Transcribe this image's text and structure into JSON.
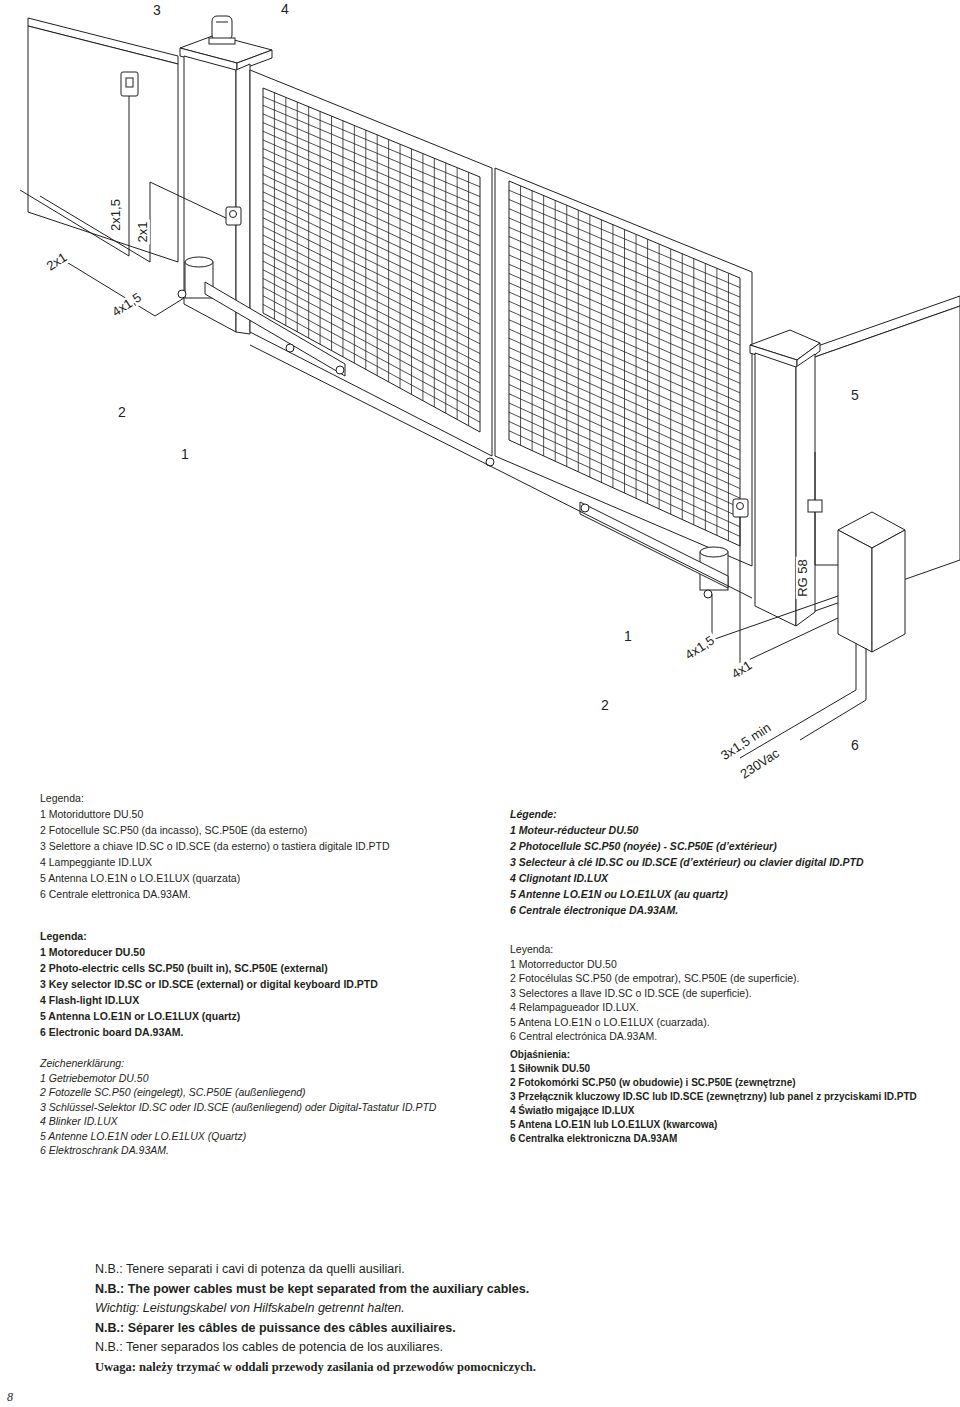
{
  "diagram": {
    "labels": [
      "3",
      "4",
      "2x1",
      "2x1,5",
      "2x1",
      "4x1,5",
      "2",
      "1",
      "5",
      "RG 58",
      "1",
      "4x1,5",
      "4x1",
      "2",
      "6",
      "3x1,5 min",
      "230Vac",
      "Legenda:",
      "1 Motoriduttore DU.50",
      "2 Fotocellule SC.P50 (da incasso), SC.P50E (da esterno)",
      "3 Selettore a chiave ID.SC o ID.SCE (da esterno) o tastiera digitale ID.PTD",
      "4 Lampeggiante ID.LUX",
      "5 Antenna LO.E1N o LO.E1LUX (quarzata)",
      "6 Centrale elettronica DA.93AM.",
      "Legenda:",
      "1 Motoreducer DU.50",
      "2 Photo-electric cells SC.P50 (built in), SC.P50E (external)",
      "3 Key selector ID.SC or ID.SCE (external) or digital keyboard ID.PTD",
      "4 Flash-light ID.LUX",
      "5 Antenna LO.E1N or LO.E1LUX (quartz)",
      "6 Electronic board DA.93AM.",
      "Zeichenerklärung:",
      "1 Getriebemotor DU.50",
      "2 Fotozelle SC.P50 (eingelegt), SC.P50E (außenliegend)",
      "3 Schlüssel-Selektor ID.SC oder ID.SCE (außenliegend) oder Digital-Tastatur ID.PTD",
      "4 Blinker ID.LUX",
      "5 Antenne LO.E1N oder LO.E1LUX (Quartz)",
      "6 Elektroschrank DA.93AM.",
      "Légende:",
      "1 Moteur-réducteur DU.50",
      "2 Photocellule SC.P50 (noyée) - SC.P50E (d’extérieur)",
      "3 Selecteur à clé ID.SC ou ID.SCE (d’extérieur) ou clavier digital ID.PTD",
      "4 Clignotant ID.LUX",
      "5 Antenne LO.E1N ou LO.E1LUX (au quartz)",
      "6 Centrale électronique DA.93AM.",
      "Leyenda:",
      "1 Motorreductor DU.50",
      "2 Fotocélulas SC.P50 (de empotrar), SC.P50E (de superficie).",
      "3 Selectores a llave ID.SC o ID.SCE (de superficie).",
      "4 Relampagueador ID.LUX.",
      "5 Antena LO.E1N o LO.E1LUX (cuarzada).",
      "6 Central electrónica DA.93AM.",
      "Objaśnienia:",
      "1 Siłownik DU.50",
      "2 Fotokomórki SC.P50 (w obudowie) i SC.P50E (zewnętrzne)",
      "3 Przełącznik kluczowy ID.SC lub ID.SCE (zewnętrzny) lub panel z przyciskami ID.PTD",
      "4 Światło migające ID.LUX",
      "5 Antena LO.E1N lub LO.E1LUX (kwarcowa)",
      "6 Centralka elektroniczna DA.93AM",
      "N.B.: Tenere separati i cavi di potenza da quelli ausiliari.",
      "N.B.: The power cables must be kept separated from the auxiliary cables.",
      "Wichtig: Leistungskabel von Hilfskabeln getrennt halten.",
      "N.B.: Séparer les câbles de puissance des câbles auxiliaires.",
      "N.B.: Tener separados los cables de potencia de los auxiliares.",
      "Uwaga: należy trzymać w oddali przewody zasilania od przewodów pomocniczych.",
      "8"
    ]
  }
}
